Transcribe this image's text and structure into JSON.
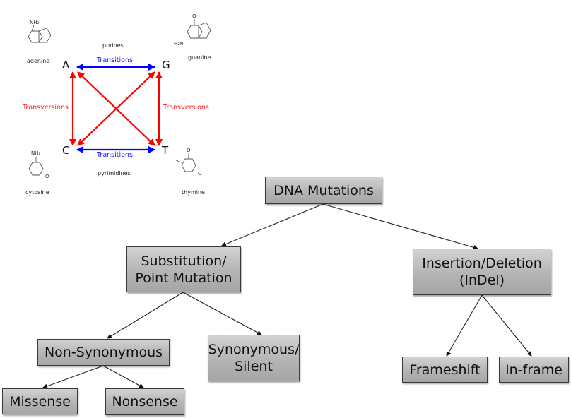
{
  "base_diagram": {
    "bases": {
      "A": "A",
      "G": "G",
      "C": "C",
      "T": "T"
    },
    "molecule_names": {
      "adenine": "adenine",
      "guanine": "guanine",
      "cytosine": "cytosine",
      "thymine": "thymine"
    },
    "group_labels": {
      "purines": "purines",
      "pyrimidines": "pyrimidines"
    },
    "transition_label": "Transitions",
    "transversion_label": "Transversions",
    "colors": {
      "transition": "#0000ff",
      "transversion": "#ff0000"
    }
  },
  "tree": {
    "root": "DNA Mutations",
    "substitution": "Substitution/\nPoint Mutation",
    "indel": "Insertion/Deletion\n(InDel)",
    "non_synonymous": "Non-Synonymous",
    "synonymous": "Synonymous/\nSilent",
    "missense": "Missense",
    "nonsense": "Nonsense",
    "frameshift": "Frameshift",
    "in_frame": "In-frame"
  }
}
